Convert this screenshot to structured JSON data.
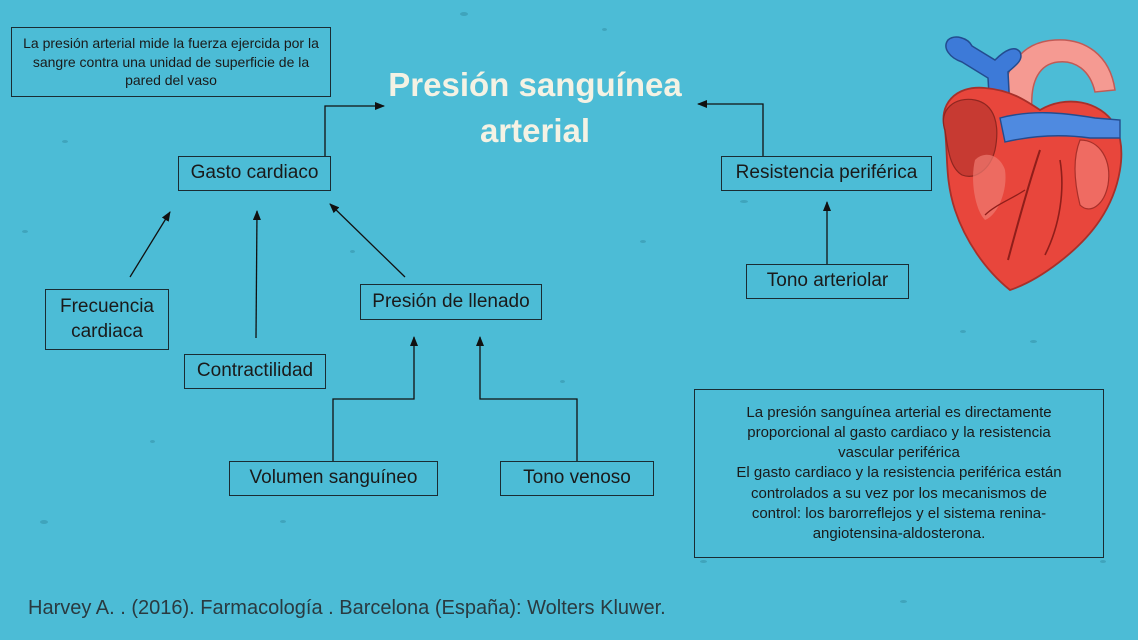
{
  "diagram": {
    "title_line1": "Presión sanguínea",
    "title_line2": "arterial",
    "definition_note": "La presión arterial mide la fuerza ejercida por la sangre contra una unidad de superficie de la pared del vaso",
    "nodes": {
      "gasto_cardiaco": "Gasto cardiaco",
      "resistencia_periferica": "Resistencia periférica",
      "frecuencia_cardiaca_line1": "Frecuencia",
      "frecuencia_cardiaca_line2": "cardiaca",
      "contractilidad": "Contractilidad",
      "presion_llenado": "Presión de llenado",
      "volumen_sanguineo": "Volumen sanguíneo",
      "tono_venoso": "Tono venoso",
      "tono_arteriolar": "Tono arteriolar"
    },
    "summary_note": {
      "line1": "La presión sanguínea arterial es directamente",
      "line2": "proporcional al gasto cardiaco y la resistencia",
      "line3": "vascular periférica",
      "line4": "El gasto cardiaco y la resistencia periférica están",
      "line5": "controlados a su vez por los mecanismos de",
      "line6": "control: los barorreflejos y el sistema renina-",
      "line7": "angiotensina-aldosterona."
    }
  },
  "citation": "Harvey A. . (2016). Farmacología . Barcelona (España): Wolters Kluwer.",
  "colors": {
    "background": "#4cbcd6",
    "title": "#f4f2e4",
    "border": "#1a2c33",
    "heart_red": "#e8463c",
    "heart_blue": "#3d7ad8",
    "heart_pink": "#f59a92"
  },
  "icons": [
    "heart-illustration"
  ]
}
